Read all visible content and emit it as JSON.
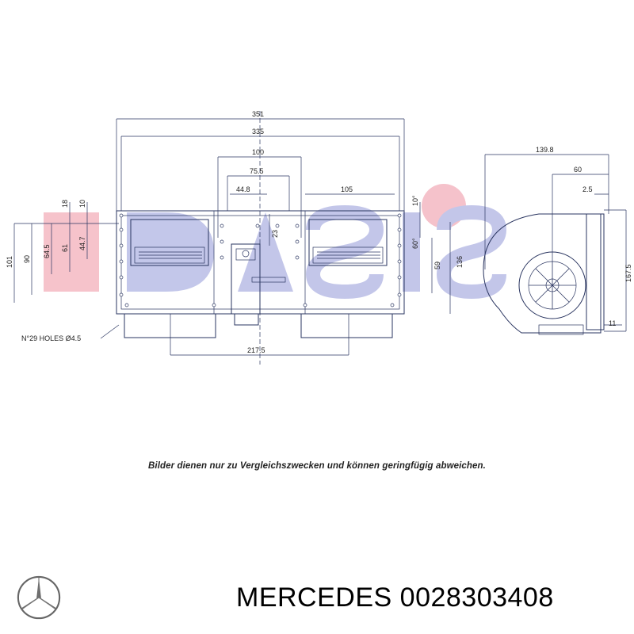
{
  "diagram": {
    "watermark": "OASIS",
    "front_view": {
      "dim_351": "351",
      "dim_335": "335",
      "dim_100": "100",
      "dim_75_5": "75.5",
      "dim_44_8": "44.8",
      "dim_105": "105",
      "dim_217_5": "217.5",
      "dim_23": "23",
      "dim_101": "101",
      "dim_90": "90",
      "dim_64_5": "64.5",
      "dim_61": "61",
      "dim_44_7": "44.7",
      "dim_18": "18",
      "dim_10": "10",
      "dim_10_right": "10°",
      "dim_60_right": "60°",
      "dim_59": "59",
      "dim_136": "136",
      "holes_note": "N°29 HOLES Ø4.5"
    },
    "side_view": {
      "dim_139_8": "139.8",
      "dim_60": "60",
      "dim_2_5": "2.5",
      "dim_167_5": "167.5",
      "dim_11": "11"
    }
  },
  "caption": "Bilder dienen nur zu Vergleichszwecken und können geringfügig abweichen.",
  "brand": {
    "name": "MERCEDES",
    "part_number": "0028303408",
    "logo_icon": "mercedes-star-icon"
  }
}
